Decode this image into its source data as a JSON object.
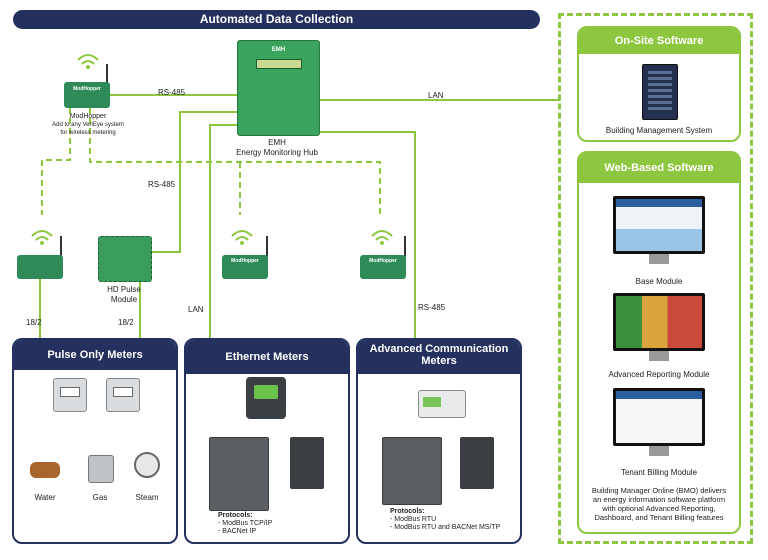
{
  "title": "Automated Data Collection",
  "hub": {
    "badge": "EMH",
    "name": "EMH",
    "subtitle": "Energy Monitoring Hub"
  },
  "modhopper_top": {
    "badge": "ModHopper",
    "name": "ModHopper",
    "caption_line1": "Add to any VeriEye system",
    "caption_line2": "for wireless metering"
  },
  "hd_pulse": {
    "line1": "HD Pulse",
    "line2": "Module"
  },
  "device_badges": {
    "mh_eth": "ModHopper",
    "mh_adv": "ModHopper"
  },
  "connections": {
    "rs485_top": "RS-485",
    "lan_top": "LAN",
    "rs485_mid": "RS-485",
    "lan_mid": "LAN",
    "rs485_right": "RS-485",
    "wire_left": "18/2",
    "wire_right": "18/2"
  },
  "pulse_meters": {
    "title": "Pulse Only Meters",
    "items": [
      "Water",
      "Gas",
      "Steam"
    ]
  },
  "ethernet_meters": {
    "title": "Ethernet Meters",
    "protocols_label": "Protocols:",
    "protocols": [
      "- ModBus TCP/IP",
      "- BACNet IP"
    ]
  },
  "advanced_meters": {
    "title_line1": "Advanced Communication",
    "title_line2": "Meters",
    "protocols_label": "Protocols:",
    "protocols": [
      "- ModBus RTU",
      "- ModBus RTU and BACNet MS/TP"
    ]
  },
  "onsite": {
    "title": "On-Site Software",
    "caption": "Building Management System"
  },
  "web": {
    "title": "Web-Based Software",
    "modules": [
      "Base Module",
      "Advanced Reporting Module",
      "Tenant Billing Module"
    ],
    "description": [
      "Building Manager Online (BMO) delivers",
      "an energy information software platform",
      "with optional Advanced Reporting,",
      "Dashboard, and Tenant Billing features"
    ]
  },
  "colors": {
    "navy": "#24305e",
    "green": "#8dc63f",
    "device_green": "#2e8b57"
  }
}
